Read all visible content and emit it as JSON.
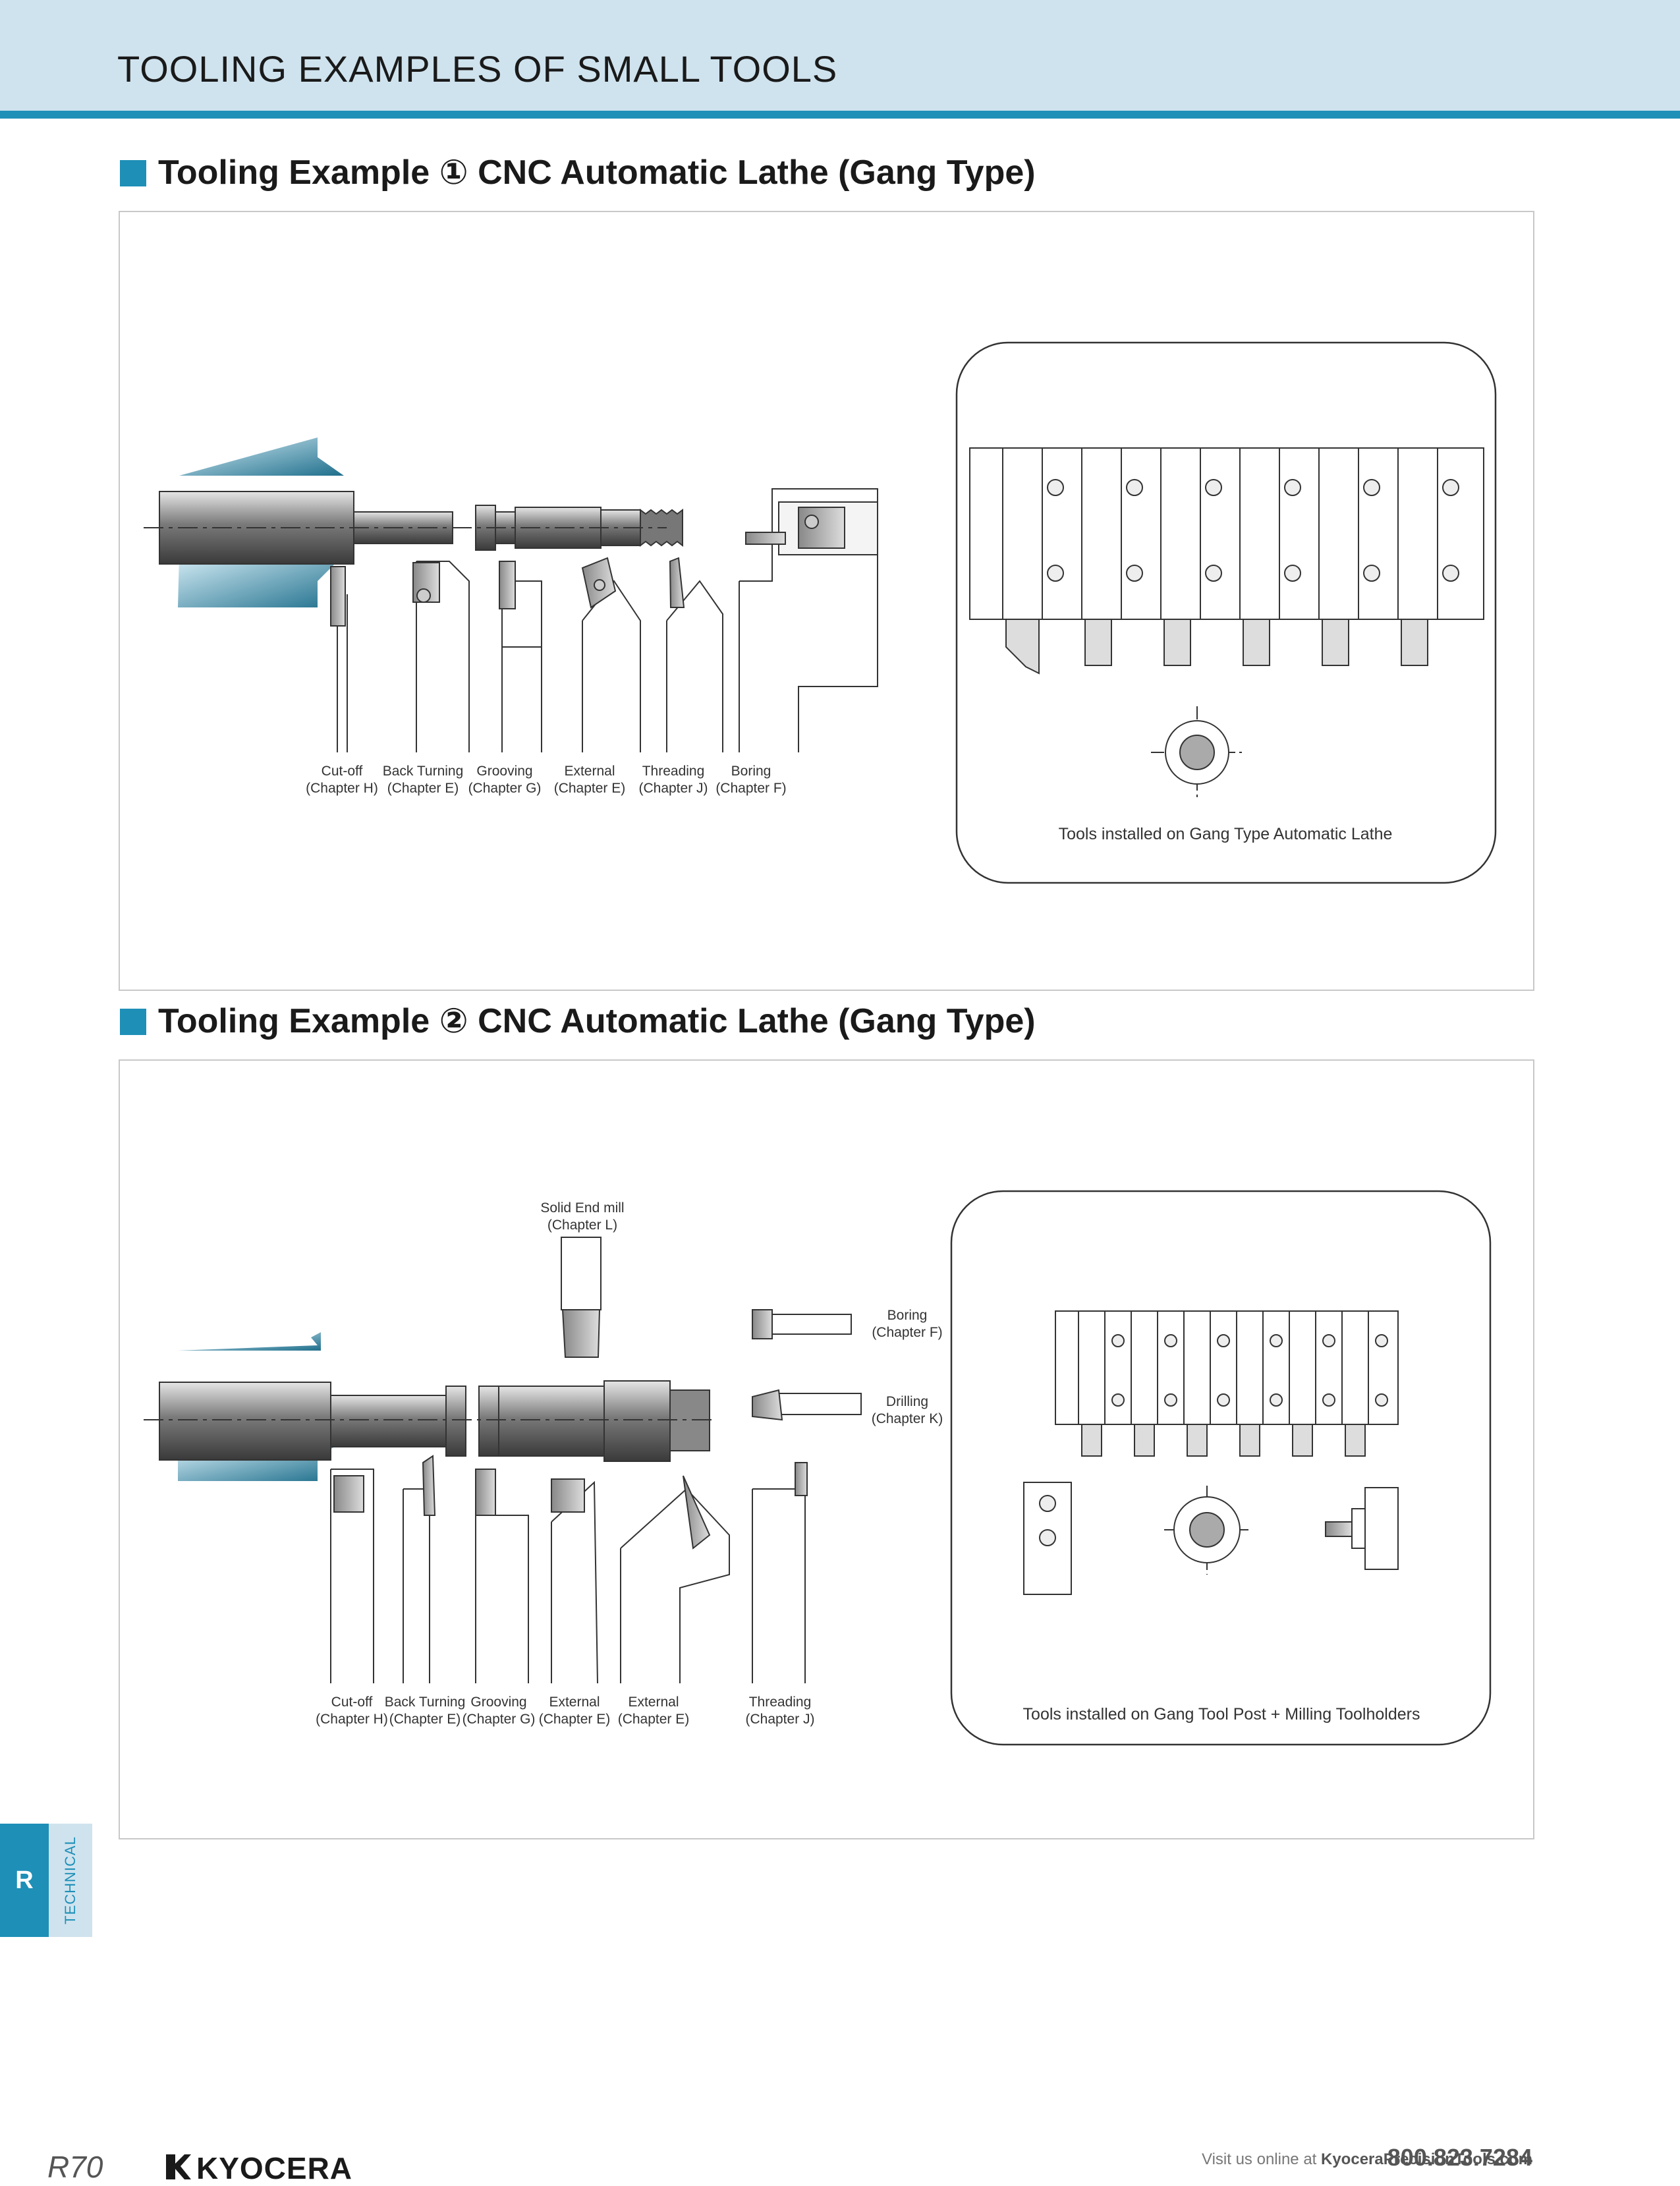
{
  "header": {
    "title": "TOOLING EXAMPLES OF SMALL TOOLS"
  },
  "sections": [
    {
      "heading": "Tooling Example ① CNC Automatic Lathe (Gang Type)",
      "tools": [
        {
          "name": "Cut-off",
          "chapter": "(Chapter H)"
        },
        {
          "name": "Back Turning",
          "chapter": "(Chapter E)"
        },
        {
          "name": "Grooving",
          "chapter": "(Chapter G)"
        },
        {
          "name": "External",
          "chapter": "(Chapter E)"
        },
        {
          "name": "Threading",
          "chapter": "(Chapter J)"
        },
        {
          "name": "Boring",
          "chapter": "(Chapter F)"
        }
      ],
      "inset_caption": "Tools installed on Gang Type Automatic Lathe"
    },
    {
      "heading": "Tooling Example ② CNC Automatic Lathe (Gang Type)",
      "tools": [
        {
          "name": "Cut-off",
          "chapter": "(Chapter H)"
        },
        {
          "name": "Back Turning",
          "chapter": "(Chapter E)"
        },
        {
          "name": "Grooving",
          "chapter": "(Chapter G)"
        },
        {
          "name": "External",
          "chapter": "(Chapter E)"
        },
        {
          "name": "External",
          "chapter": "(Chapter E)"
        },
        {
          "name": "Threading",
          "chapter": "(Chapter J)"
        }
      ],
      "end_mill": {
        "name": "Solid End mill",
        "chapter": "(Chapter L)"
      },
      "boring": {
        "name": "Boring",
        "chapter": "(Chapter F)"
      },
      "drilling": {
        "name": "Drilling",
        "chapter": "(Chapter K)"
      },
      "inset_caption": "Tools installed on Gang Tool Post + Milling Toolholders"
    }
  ],
  "side_tab": {
    "letter": "R",
    "label": "TECHNICAL"
  },
  "footer": {
    "page_number": "R70",
    "brand": "KYOCERA",
    "phone": "800.823.7284",
    "web_prefix": "Visit us online at ",
    "web_url": "KyoceraPrecisionTools.com"
  },
  "colors": {
    "accent": "#1e8fb7",
    "header_bg": "#cfe3ee",
    "chuck": "#2f7f9a"
  }
}
